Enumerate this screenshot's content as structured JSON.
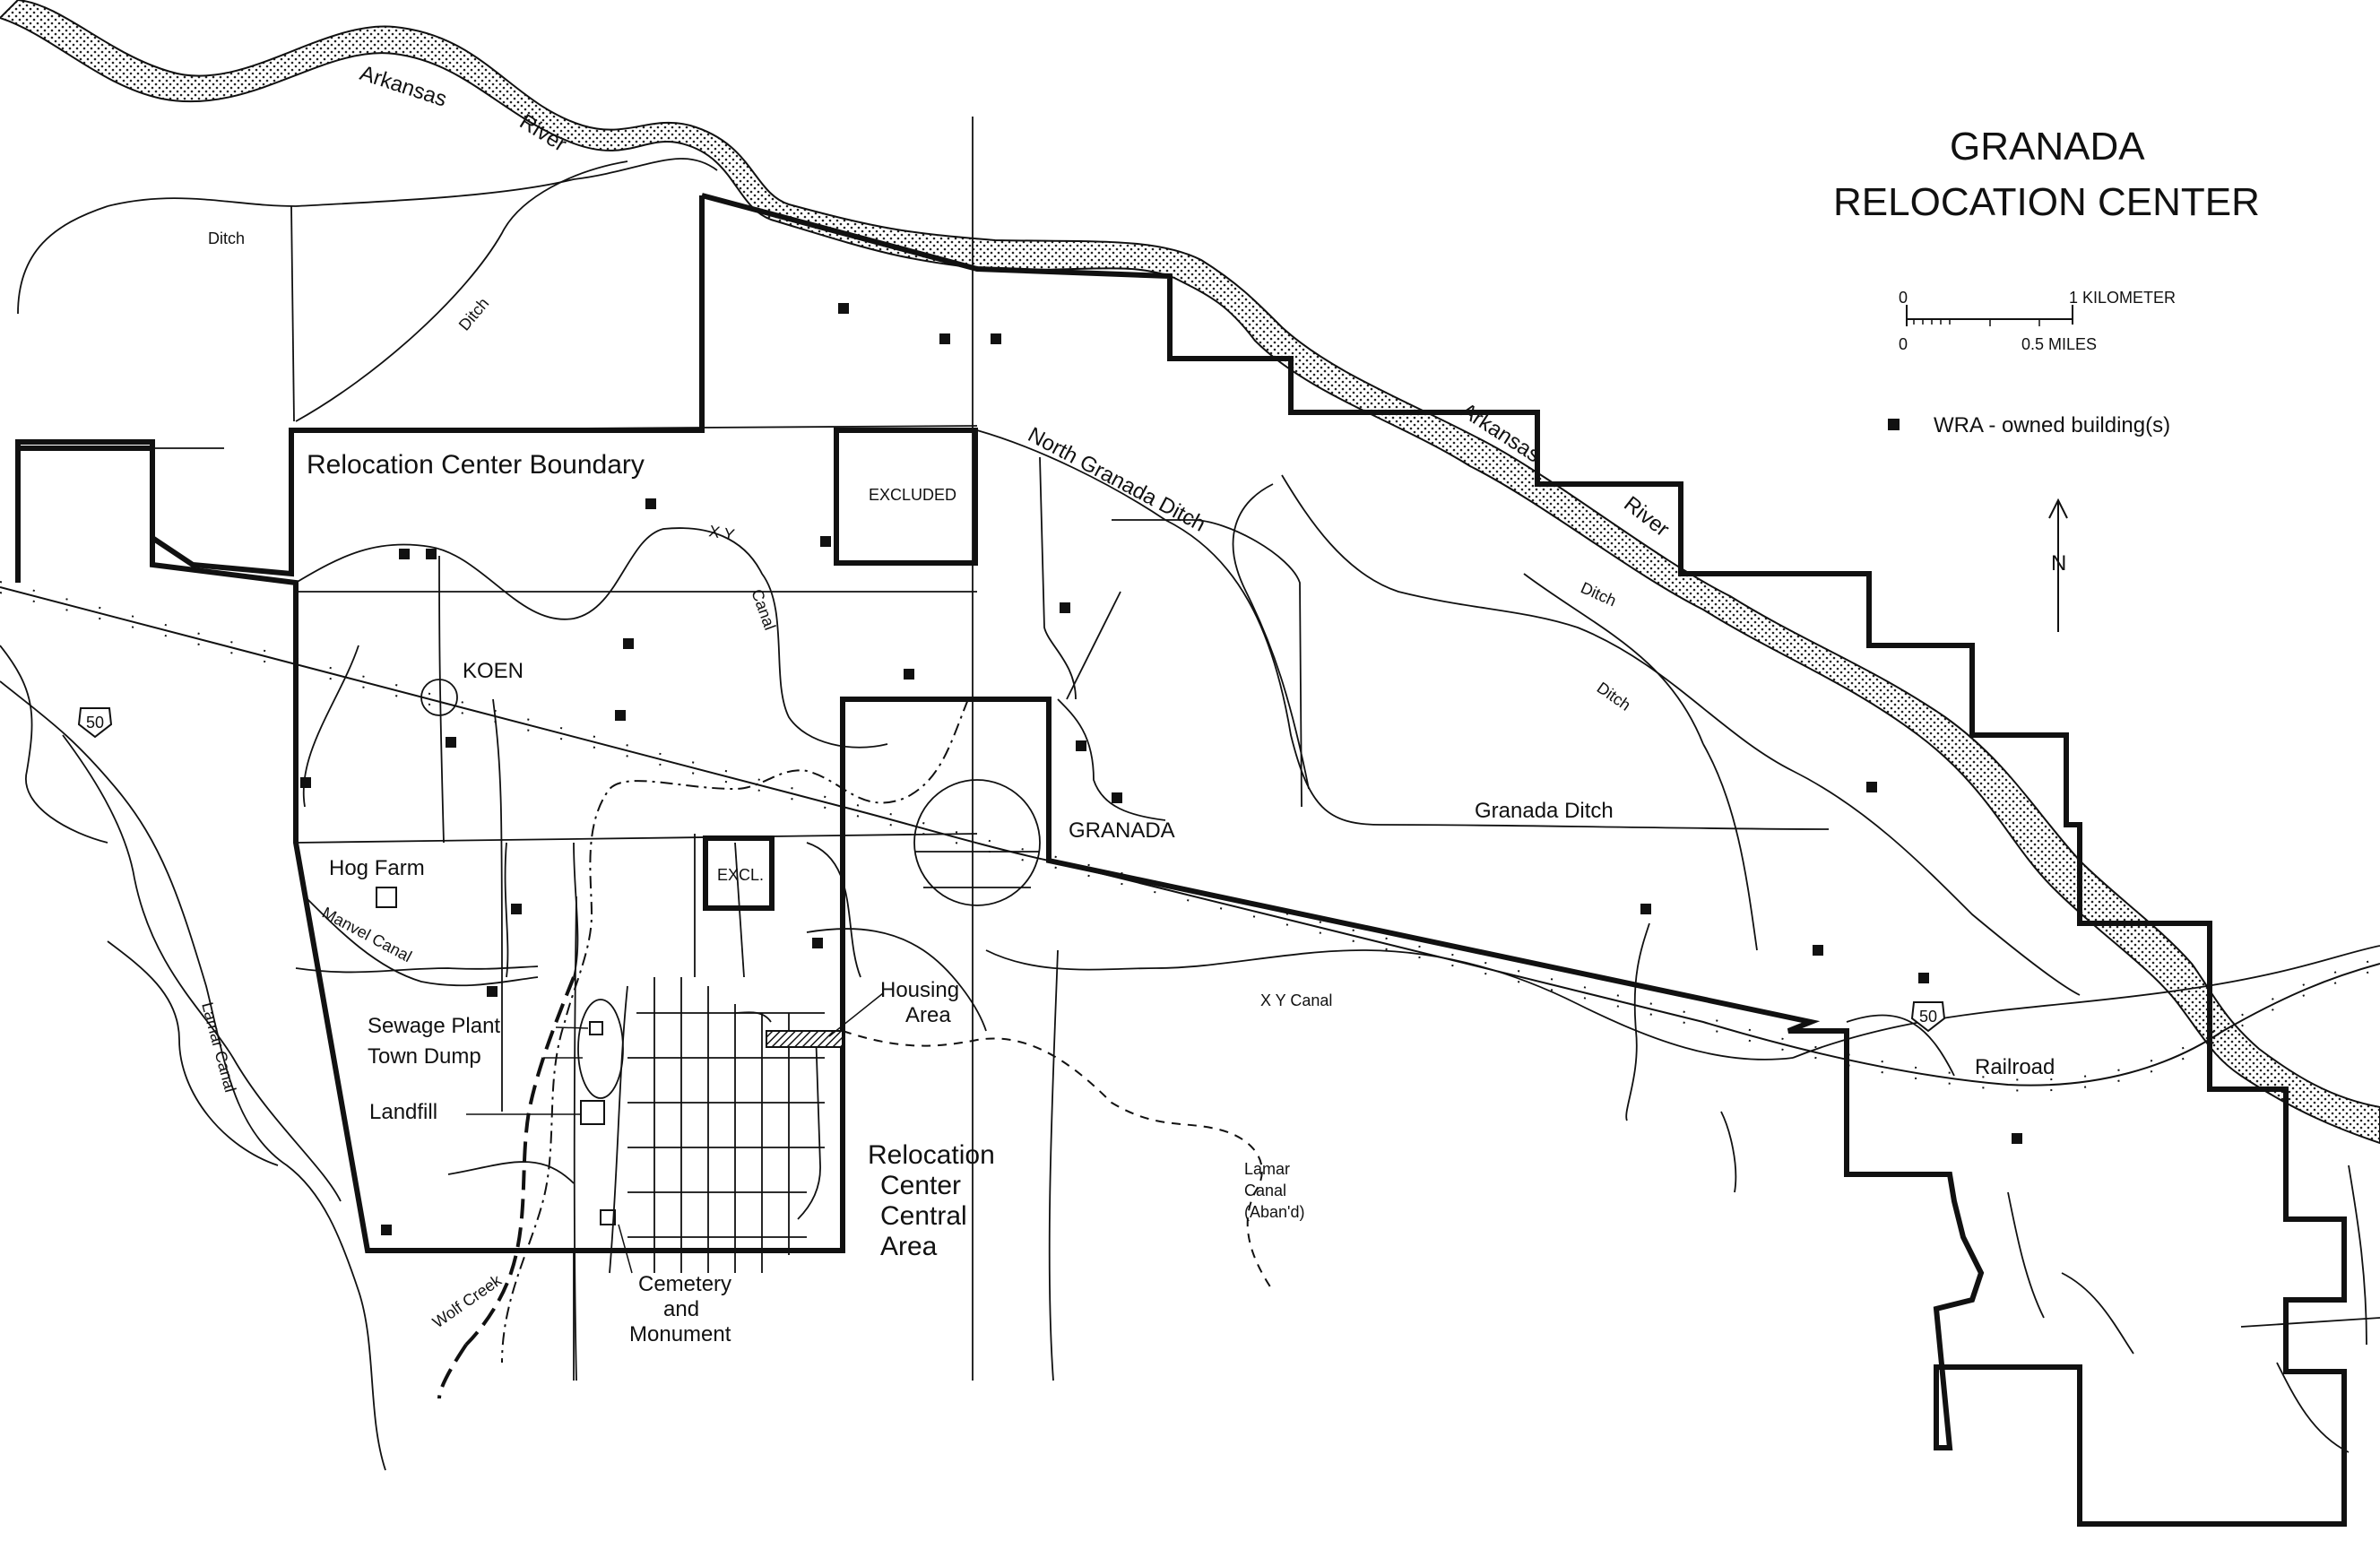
{
  "title_line1": "GRANADA",
  "title_line2": "RELOCATION CENTER",
  "scale": {
    "km_zero": "0",
    "km_label": "1 KILOMETER",
    "mi_zero": "0",
    "mi_label": "0.5 MILES"
  },
  "legend": {
    "building_label": "WRA - owned building(s)"
  },
  "north_label": "N",
  "labels": {
    "arkansas": "Arkansas",
    "river": "River",
    "arkansas2": "Arkansas",
    "river2": "River",
    "ditch1": "Ditch",
    "ditch2": "Ditch",
    "ditch3": "Ditch",
    "ditch4": "Ditch",
    "boundary": "Relocation Center Boundary",
    "excluded": "EXCLUDED",
    "excl": "EXCL.",
    "north_granada_ditch": "North Granada Ditch",
    "xy_top": "X Y",
    "canal_top": "Canal",
    "koen": "KOEN",
    "granada": "GRANADA",
    "granada_ditch": "Granada Ditch",
    "hog_farm": "Hog Farm",
    "manvel_canal": "Manvel Canal",
    "lamar_canal_left": "Lamar Canal",
    "sewage_plant": "Sewage Plant",
    "town_dump": "Town Dump",
    "landfill": "Landfill",
    "housing_area_1": "Housing",
    "housing_area_2": "Area",
    "central_1": "Relocation",
    "central_2": "Center",
    "central_3": "Central",
    "central_4": "Area",
    "xy_canal": "X Y Canal",
    "lamar_1": "Lamar",
    "lamar_2": "Canal",
    "lamar_3": "(Aban'd)",
    "cemetery_1": "Cemetery",
    "cemetery_2": "and",
    "cemetery_3": "Monument",
    "wolf_creek": "Wolf Creek",
    "railroad": "Railroad",
    "hwy_50_a": "50",
    "hwy_50_b": "50"
  }
}
